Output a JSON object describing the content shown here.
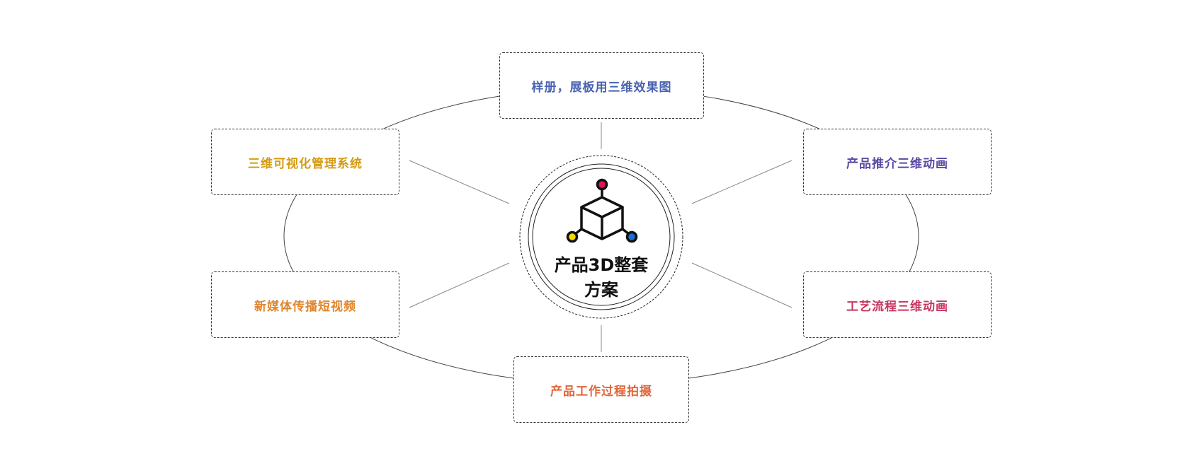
{
  "center": {
    "line1": "产品3D整套",
    "line2": "方案",
    "icon": "cube-network-icon"
  },
  "nodes": [
    {
      "label": "样册，展板用三维效果图",
      "color": "#4a63b1"
    },
    {
      "label": "三维可视化管理系统",
      "color": "#d49b12"
    },
    {
      "label": "产品推介三维动画",
      "color": "#5a48a2"
    },
    {
      "label": "新媒体传播短视频",
      "color": "#e0862e"
    },
    {
      "label": "工艺流程三维动画",
      "color": "#c83760"
    },
    {
      "label": "产品工作过程拍摄",
      "color": "#e0653a"
    }
  ],
  "icon_colors": {
    "top": "#e0135a",
    "left": "#f5d800",
    "right": "#1a6fd0"
  }
}
